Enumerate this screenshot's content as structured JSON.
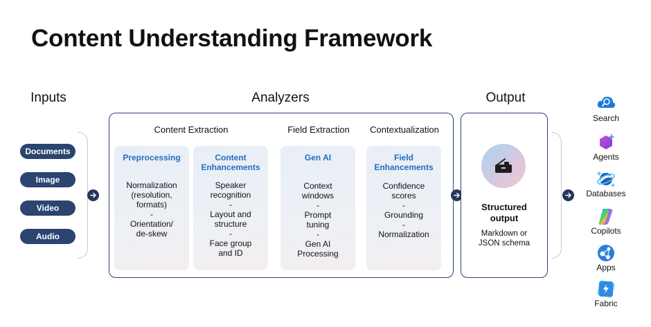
{
  "title": "Content Understanding Framework",
  "sections": {
    "inputs": "Inputs",
    "analyzers": "Analyzers",
    "output": "Output"
  },
  "inputs": [
    {
      "label": "Documents"
    },
    {
      "label": "Image"
    },
    {
      "label": "Video"
    },
    {
      "label": "Audio"
    }
  ],
  "analyzers": {
    "columns": [
      "Content Extraction",
      "Field Extraction",
      "Contextualization"
    ],
    "cards": [
      {
        "title": "Preprocessing",
        "lines": [
          "Normalization",
          "(resolution,",
          "formats)",
          "-",
          "Orientation/",
          "de-skew"
        ]
      },
      {
        "title": "Content Enhancements",
        "title_lines": [
          "Content",
          "Enhancements"
        ],
        "lines": [
          "Speaker",
          "recognition",
          "-",
          "Layout and",
          "structure",
          "-",
          "Face group",
          "and ID"
        ]
      },
      {
        "title": "Gen AI",
        "lines": [
          "Context",
          "windows",
          "-",
          "Prompt",
          "tuning",
          "-",
          "Gen AI",
          "Processing"
        ]
      },
      {
        "title": "Field Enhancements",
        "title_lines": [
          "Field",
          "Enhancements"
        ],
        "lines": [
          "Confidence",
          "scores",
          "-",
          "Grounding",
          "-",
          "Normalization"
        ]
      }
    ]
  },
  "output": {
    "icon": "toolbox-icon",
    "title_lines": [
      "Structured",
      "output"
    ],
    "desc_lines": [
      "Markdown or",
      "JSON schema"
    ]
  },
  "destinations": [
    {
      "label": "Search",
      "icon": "cloud-search-icon"
    },
    {
      "label": "Agents",
      "icon": "hexagon-sparkle-icon"
    },
    {
      "label": "Databases",
      "icon": "planet-icon"
    },
    {
      "label": "Copilots",
      "icon": "copilot-icon"
    },
    {
      "label": "Apps",
      "icon": "app-network-icon"
    },
    {
      "label": "Fabric",
      "icon": "fabric-bolt-icon"
    }
  ],
  "colors": {
    "pill": "#2b4470",
    "border": "#2b4470",
    "card_title": "#1f6fbf",
    "arrow": "#26365a"
  }
}
